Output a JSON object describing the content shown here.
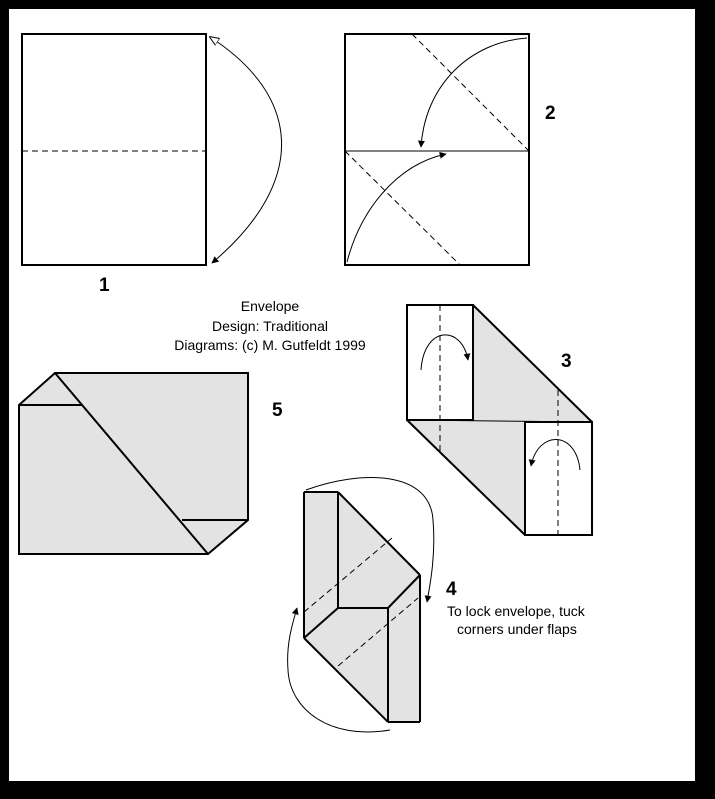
{
  "credits": {
    "title": "Envelope",
    "design": "Design: Traditional",
    "diagrams": "Diagrams: (c) M. Gutfeldt 1999"
  },
  "steps": [
    {
      "number": "1"
    },
    {
      "number": "2"
    },
    {
      "number": "3"
    },
    {
      "number": "4",
      "note_line1": "To lock envelope, tuck",
      "note_line2": "corners under flaps"
    },
    {
      "number": "5"
    }
  ],
  "colors": {
    "background": "#000000",
    "paper": "#ffffff",
    "paper_shaded": "#e3e3e3",
    "line": "#000000"
  }
}
